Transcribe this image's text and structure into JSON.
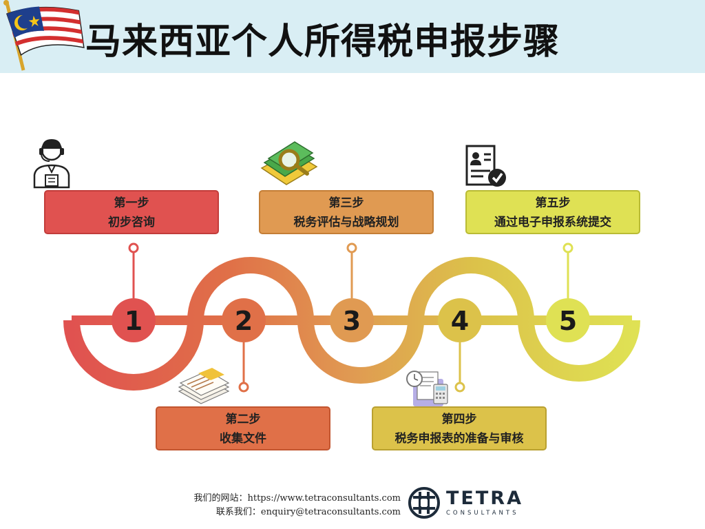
{
  "header": {
    "title": "马来西亚个人所得税申报步骤",
    "flag_icon": "malaysia-flag-icon"
  },
  "steps": [
    {
      "number": "1",
      "step": "第一步",
      "name": "初步咨询",
      "color": "#e05250",
      "icon": "consultant-headset-icon"
    },
    {
      "number": "2",
      "step": "第二步",
      "name": "收集文件",
      "color": "#e07048",
      "icon": "document-stack-icon"
    },
    {
      "number": "3",
      "step": "第三步",
      "name": "税务评估与战略规划",
      "color": "#e09a52",
      "icon": "money-magnifier-icon"
    },
    {
      "number": "4",
      "step": "第四步",
      "name": "税务申报表的准备与审核",
      "color": "#dcc24a",
      "icon": "clock-calculator-form-icon"
    },
    {
      "number": "5",
      "step": "第五步",
      "name": "通过电子申报系统提交",
      "color": "#dfe154",
      "icon": "profile-checkmark-icon"
    }
  ],
  "footer": {
    "website": "我们的网站：https://www.tetraconsultants.com",
    "contact": "联系我们：enquiry@tetraconsultants.com",
    "logo_main": "TETRA",
    "logo_sub": "CONSULTANTS"
  }
}
